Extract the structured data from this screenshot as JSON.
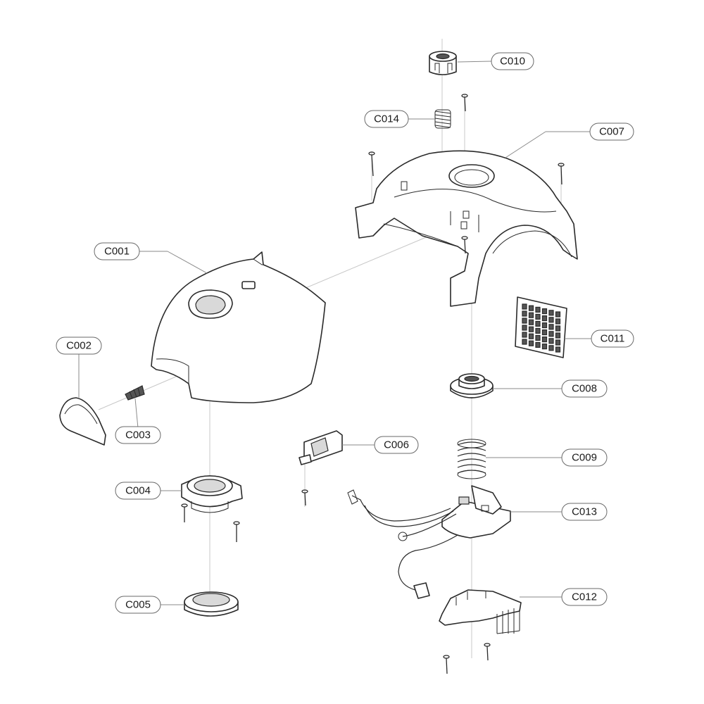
{
  "callouts": {
    "c001": "C001",
    "c002": "C002",
    "c003": "C003",
    "c004": "C004",
    "c005": "C005",
    "c006": "C006",
    "c007": "C007",
    "c008": "C008",
    "c009": "C009",
    "c010": "C010",
    "c011": "C011",
    "c012": "C012",
    "c013": "C013",
    "c014": "C014"
  },
  "colors": {
    "line": "#2a2a2a",
    "leader": "#8a8a8a",
    "axis": "#c8c8c8",
    "fill": "#ffffff",
    "dark": "#555555"
  }
}
